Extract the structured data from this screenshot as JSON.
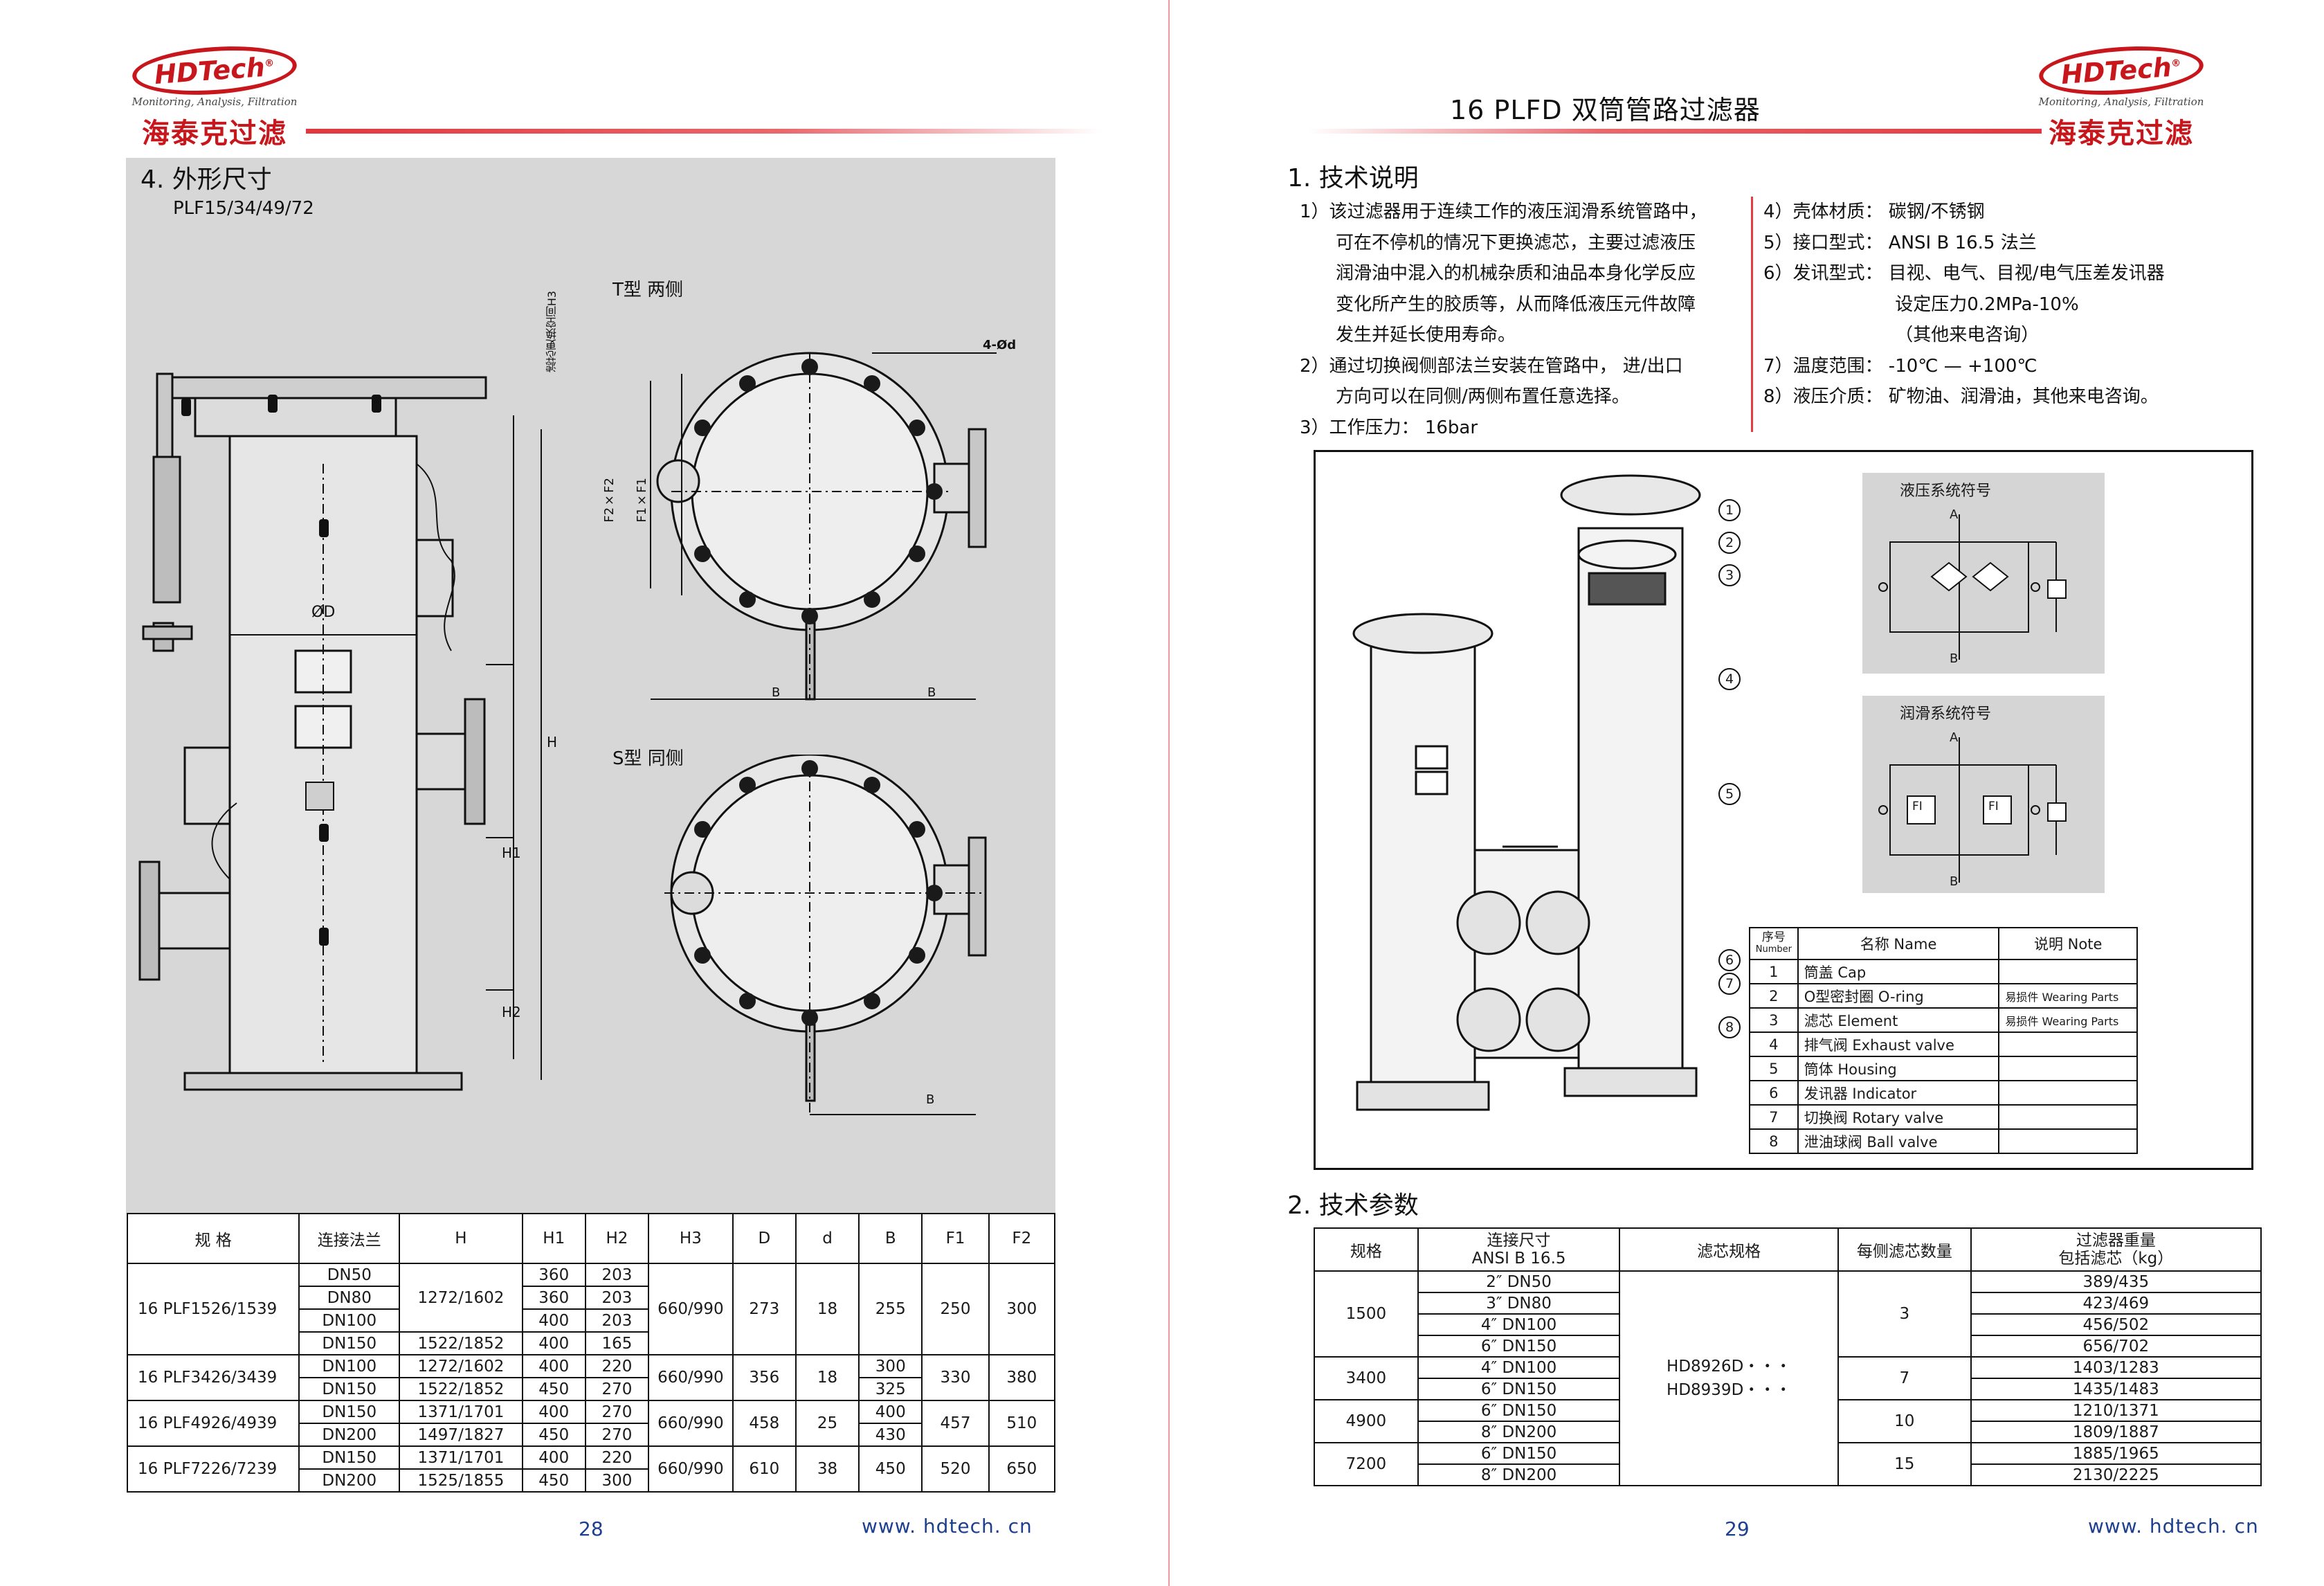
{
  "logo": {
    "text": "HDTech",
    "reg": "®",
    "tagline": "Monitoring, Analysis, Filtration",
    "cn": "海泰克过滤"
  },
  "colors": {
    "brand_red": "#c8161d",
    "footer_blue": "#1d3f8f",
    "panel_grey": "#d7d7d7"
  },
  "left_page": {
    "section_title": "4. 外形尺寸",
    "models_label": "PLF15/34/49/72",
    "t_type_label": "T型  两侧",
    "s_type_label": "S型  同侧",
    "drawing_labels": {
      "h3_note": "滤芯更换空间H3",
      "dim_4d": "4-Ød",
      "f2f2": "F2×F2",
      "f1f1": "F1×F1",
      "od": "ØD",
      "h": "H",
      "h1": "H1",
      "h2": "H2",
      "b": "B"
    },
    "table": {
      "headers": [
        "规 格",
        "连接法兰",
        "H",
        "H1",
        "H2",
        "H3",
        "D",
        "d",
        "B",
        "F1",
        "F2"
      ],
      "groups": [
        {
          "model": "16 PLF1526/1539",
          "h3": "660/990",
          "d_big": "273",
          "d_small": "18",
          "f1": "250",
          "f2": "300",
          "rows": [
            {
              "flange": "DN50",
              "h": "1272/1602",
              "h1": "360",
              "h2": "203",
              "b": "255"
            },
            {
              "flange": "DN80",
              "h": "",
              "h1": "360",
              "h2": "203",
              "b": ""
            },
            {
              "flange": "DN100",
              "h": "",
              "h1": "400",
              "h2": "203",
              "b": ""
            },
            {
              "flange": "DN150",
              "h": "1522/1852",
              "h1": "400",
              "h2": "165",
              "b": ""
            }
          ]
        },
        {
          "model": "16 PLF3426/3439",
          "h3": "660/990",
          "d_big": "356",
          "d_small": "18",
          "f1": "330",
          "f2": "380",
          "rows": [
            {
              "flange": "DN100",
              "h": "1272/1602",
              "h1": "400",
              "h2": "220",
              "b": "300"
            },
            {
              "flange": "DN150",
              "h": "1522/1852",
              "h1": "450",
              "h2": "270",
              "b": "325"
            }
          ]
        },
        {
          "model": "16 PLF4926/4939",
          "h3": "660/990",
          "d_big": "458",
          "d_small": "25",
          "f1": "457",
          "f2": "510",
          "rows": [
            {
              "flange": "DN150",
              "h": "1371/1701",
              "h1": "400",
              "h2": "270",
              "b": "400"
            },
            {
              "flange": "DN200",
              "h": "1497/1827",
              "h1": "450",
              "h2": "270",
              "b": "430"
            }
          ]
        },
        {
          "model": "16 PLF7226/7239",
          "h3": "660/990",
          "d_big": "610",
          "d_small": "38",
          "f1": "520",
          "f2": "650",
          "rows": [
            {
              "flange": "DN150",
              "h": "1371/1701",
              "h1": "400",
              "h2": "220",
              "b": "450"
            },
            {
              "flange": "DN200",
              "h": "1525/1855",
              "h1": "450",
              "h2": "300",
              "b": ""
            }
          ]
        }
      ]
    },
    "page_number": "28",
    "website": "www. hdtech. cn"
  },
  "right_page": {
    "title": "16 PLFD 双筒管路过滤器",
    "sec1_title": "1. 技术说明",
    "desc_left": [
      "1）该过滤器用于连续工作的液压润滑系统管路中，",
      "　　可在不停机的情况下更换滤芯，主要过滤液压",
      "　　润滑油中混入的机械杂质和油品本身化学反应",
      "　　变化所产生的胶质等，从而降低液压元件故障",
      "　　发生并延长使用寿命。",
      "2）通过切换阀侧部法兰安装在管路中，  进/出口",
      "　　方向可以在同侧/两侧布置任意选择。",
      "3）工作压力：  16bar"
    ],
    "desc_right": [
      "4）壳体材质：  碳钢/不锈钢",
      "5）接口型式：  ANSI B 16.5 法兰",
      "6）发讯型式：  目视、电气、目视/电气压差发讯器",
      "　　　　　　　  设定压力0.2MPa-10%",
      "　　　　　　　  （其他来电咨询）",
      "7）温度范围：  -10℃ — +100℃",
      "8）液压介质：  矿物油、润滑油，其他来电咨询。"
    ],
    "hydraulic_symbol_title": "液压系统符号",
    "lube_symbol_title": "润滑系统符号",
    "symbol_ports": {
      "a": "A",
      "b": "B",
      "fi": "FI"
    },
    "callouts": [
      "1",
      "2",
      "3",
      "4",
      "5",
      "6",
      "7",
      "8"
    ],
    "parts_table": {
      "headers": {
        "no": "序号",
        "no_en": "Number",
        "name": "名称 Name",
        "note": "说明 Note"
      },
      "rows": [
        {
          "no": "1",
          "name": "筒盖 Cap",
          "note": ""
        },
        {
          "no": "2",
          "name": "O型密封圈 O-ring",
          "note": "易损件 Wearing Parts"
        },
        {
          "no": "3",
          "name": "滤芯 Element",
          "note": "易损件 Wearing Parts"
        },
        {
          "no": "4",
          "name": "排气阀 Exhaust valve",
          "note": ""
        },
        {
          "no": "5",
          "name": "筒体 Housing",
          "note": ""
        },
        {
          "no": "6",
          "name": "发讯器 Indicator",
          "note": ""
        },
        {
          "no": "7",
          "name": "切换阀 Rotary valve",
          "note": ""
        },
        {
          "no": "8",
          "name": "泄油球阀 Ball valve",
          "note": ""
        }
      ]
    },
    "sec2_title": "2. 技术参数",
    "param_table": {
      "headers": {
        "spec": "规格",
        "conn": "连接尺寸",
        "conn2": "ANSI B 16.5",
        "element": "滤芯规格",
        "qty": "每侧滤芯数量",
        "weight": "过滤器重量",
        "weight2": "包括滤芯（kg）"
      },
      "element_spec": [
        "HD8926D・・・",
        "HD8939D・・・"
      ],
      "groups": [
        {
          "spec": "1500",
          "qty": "3",
          "rows": [
            {
              "conn": "2″ DN50",
              "w": "389/435"
            },
            {
              "conn": "3″ DN80",
              "w": "423/469"
            },
            {
              "conn": "4″ DN100",
              "w": "456/502"
            },
            {
              "conn": "6″ DN150",
              "w": "656/702"
            }
          ]
        },
        {
          "spec": "3400",
          "qty": "7",
          "rows": [
            {
              "conn": "4″ DN100",
              "w": "1403/1283"
            },
            {
              "conn": "6″ DN150",
              "w": "1435/1483"
            }
          ]
        },
        {
          "spec": "4900",
          "qty": "10",
          "rows": [
            {
              "conn": "6″ DN150",
              "w": "1210/1371"
            },
            {
              "conn": "8″ DN200",
              "w": "1809/1887"
            }
          ]
        },
        {
          "spec": "7200",
          "qty": "15",
          "rows": [
            {
              "conn": "6″ DN150",
              "w": "1885/1965"
            },
            {
              "conn": "8″ DN200",
              "w": "2130/2225"
            }
          ]
        }
      ]
    },
    "page_number": "29",
    "website": "www. hdtech. cn"
  }
}
